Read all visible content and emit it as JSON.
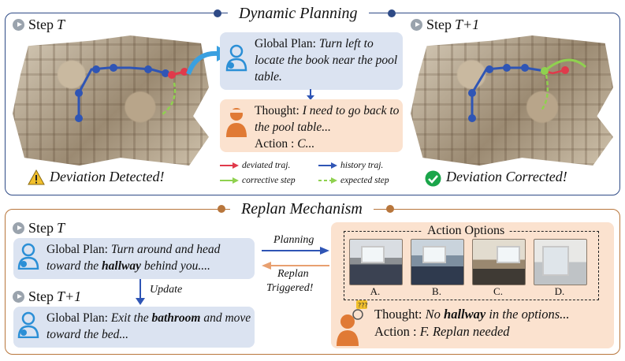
{
  "colors": {
    "top_border": "#2e4a86",
    "bottom_border": "#b8763c",
    "blue_box": "#dbe3f1",
    "peach_box": "#fbe2cf",
    "deviated": "#e03a4b",
    "history": "#2f55b5",
    "corrective": "#8fd14f",
    "expected": "#8fd14f",
    "check": "#1aa54a",
    "warning": "#f2c02c"
  },
  "dynamic": {
    "title": "Dynamic Planning",
    "step_t": {
      "label": "Step",
      "var": "T"
    },
    "step_t1": {
      "label": "Step",
      "var": "T+1"
    },
    "global_plan_label": "Global Plan:",
    "global_plan_text": "Turn left to locate the book near the pool table.",
    "thought_label": "Thought:",
    "thought_text": "I need to go back to the pool table...",
    "action_label": "Action :",
    "action_text": "C...",
    "deviation_detected": "Deviation Detected!",
    "deviation_corrected": "Deviation Corrected!",
    "legend": {
      "deviated": "deviated traj.",
      "history": "history traj.",
      "corrective": "corrective step",
      "expected": "expected step"
    }
  },
  "replan": {
    "title": "Replan Mechanism",
    "step_t": {
      "label": "Step",
      "var": "T"
    },
    "step_t1": {
      "label": "Step",
      "var": "T+1"
    },
    "plan1": {
      "label": "Global Plan:",
      "pre": "Turn around and head toward the",
      "bold": "hallway",
      "post": "behind you...."
    },
    "plan2": {
      "label": "Global Plan:",
      "pre": "Exit the",
      "bold": "bathroom",
      "post": "and move toward the bed..."
    },
    "update_label": "Update",
    "planning_label": "Planning",
    "replan_label": "Replan",
    "triggered_label": "Triggered!",
    "action_options_title": "Action Options",
    "options": [
      "A.",
      "B.",
      "C.",
      "D."
    ],
    "thought_label": "Thought:",
    "thought_pre": "No",
    "thought_bold": "hallway",
    "thought_post": "in the options...",
    "action_label": "Action :",
    "action_text": "F. Replan needed"
  }
}
